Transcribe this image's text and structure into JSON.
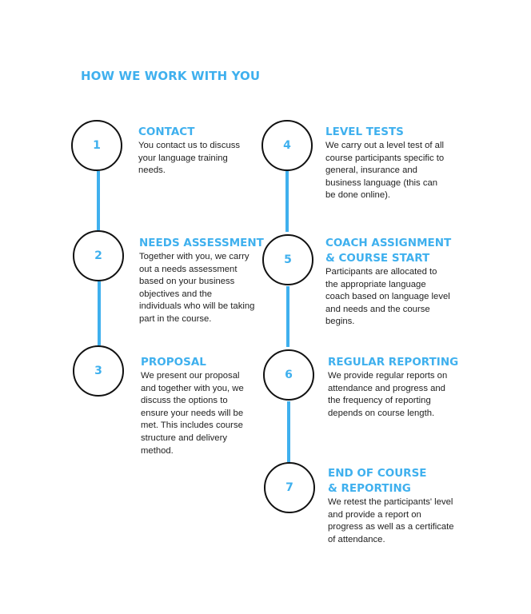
{
  "title": "HOW WE WORK WITH YOU",
  "steps": [
    {
      "number": "1",
      "title_lines": [
        "CONTACT"
      ],
      "desc_lines": [
        "You contact us to discuss",
        "your language training",
        "needs."
      ]
    },
    {
      "number": "2",
      "title_lines": [
        "NEEDS ASSESSMENT"
      ],
      "desc_lines": [
        "Together with you, we carry",
        "out a needs assessment",
        "based on your business",
        "objectives and the",
        "individuals who will be taking",
        "part in the course."
      ]
    },
    {
      "number": "3",
      "title_lines": [
        "PROPOSAL"
      ],
      "desc_lines": [
        "We present our proposal",
        "and together with you, we",
        "discuss the options to",
        "ensure your needs will be",
        "met. This includes course",
        "structure and delivery",
        "method."
      ]
    },
    {
      "number": "4",
      "title_lines": [
        "LEVEL TESTS"
      ],
      "desc_lines": [
        "We carry out a level test of all",
        "course participants specific to",
        "general, insurance and",
        "business language (this can",
        "be done online)."
      ]
    },
    {
      "number": "5",
      "title_lines": [
        "COACH ASSIGNMENT",
        "& COURSE START"
      ],
      "desc_lines": [
        "Participants are allocated to",
        "the appropriate language",
        "coach based on language level",
        "and needs and the course",
        "begins."
      ]
    },
    {
      "number": "6",
      "title_lines": [
        "REGULAR REPORTING"
      ],
      "desc_lines": [
        "We provide regular reports on",
        "attendance and progress and",
        "the frequency of reporting",
        "depends on course length."
      ]
    },
    {
      "number": "7",
      "title_lines": [
        "END OF COURSE",
        "& REPORTING"
      ],
      "desc_lines": [
        "We retest the participants' level",
        "and provide a report on",
        "progress as well as a certificate",
        "of attendance."
      ]
    }
  ]
}
